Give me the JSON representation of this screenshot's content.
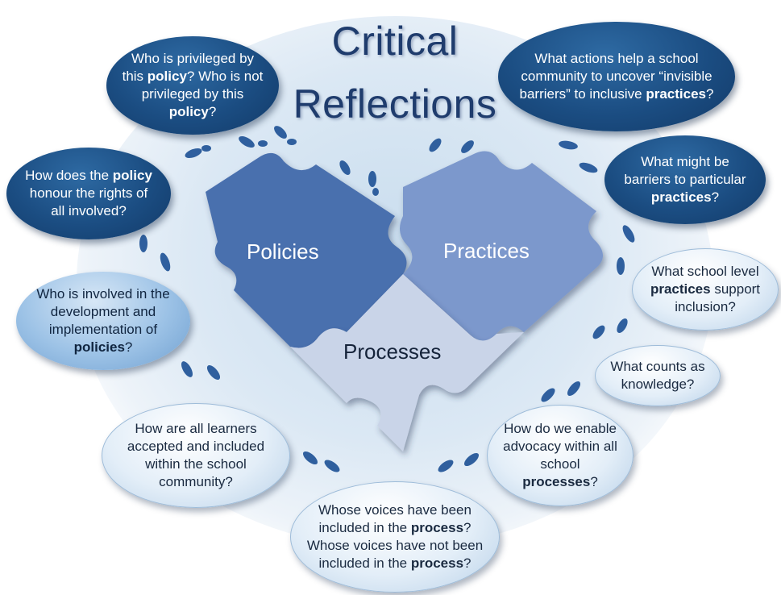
{
  "title": {
    "line1": "Critical",
    "line2": "Reflections"
  },
  "pieces": {
    "policies": "Policies",
    "practices": "Practices",
    "processes": "Processes"
  },
  "bubbles": [
    {
      "id": "b1",
      "parts": [
        {
          "t": "Who is privileged by this "
        },
        {
          "t": "policy",
          "b": true
        },
        {
          "t": "? Who is not privileged by this "
        },
        {
          "t": "policy",
          "b": true
        },
        {
          "t": "?"
        }
      ]
    },
    {
      "id": "b2",
      "parts": [
        {
          "t": "How does the "
        },
        {
          "t": "policy",
          "b": true
        },
        {
          "t": " honour the rights of all involved?"
        }
      ]
    },
    {
      "id": "b3",
      "parts": [
        {
          "t": "Who is involved in the development and implementation of "
        },
        {
          "t": "policies",
          "b": true
        },
        {
          "t": "?"
        }
      ]
    },
    {
      "id": "b4",
      "parts": [
        {
          "t": "How are all learners accepted and included within the school community?"
        }
      ]
    },
    {
      "id": "b5",
      "parts": [
        {
          "t": "Whose voices have been included in the "
        },
        {
          "t": "process",
          "b": true
        },
        {
          "t": "? Whose voices have not been included in the "
        },
        {
          "t": "process",
          "b": true
        },
        {
          "t": "?"
        }
      ]
    },
    {
      "id": "b6",
      "parts": [
        {
          "t": "How do we enable advocacy within all school "
        },
        {
          "t": "processes",
          "b": true
        },
        {
          "t": "?"
        }
      ]
    },
    {
      "id": "b7",
      "parts": [
        {
          "t": "What counts as knowledge?"
        }
      ]
    },
    {
      "id": "b8",
      "parts": [
        {
          "t": "What school level "
        },
        {
          "t": "practices",
          "b": true
        },
        {
          "t": " support inclusion?"
        }
      ]
    },
    {
      "id": "b9",
      "parts": [
        {
          "t": "What might be barriers to particular "
        },
        {
          "t": "practices",
          "b": true
        },
        {
          "t": "?"
        }
      ]
    },
    {
      "id": "b10",
      "parts": [
        {
          "t": "What actions help a school community to uncover “invisible barriers” to inclusive "
        },
        {
          "t": "practices",
          "b": true
        },
        {
          "t": "?"
        }
      ]
    }
  ],
  "colors": {
    "dark_bubble": "#1b4d82",
    "policies": "#4a6fae",
    "practices": "#7b98cc",
    "processes": "#c9d4e8",
    "footprints": "#2f5f9e",
    "title": "#1f3c6d"
  },
  "icons": [
    "footprints-icon"
  ]
}
